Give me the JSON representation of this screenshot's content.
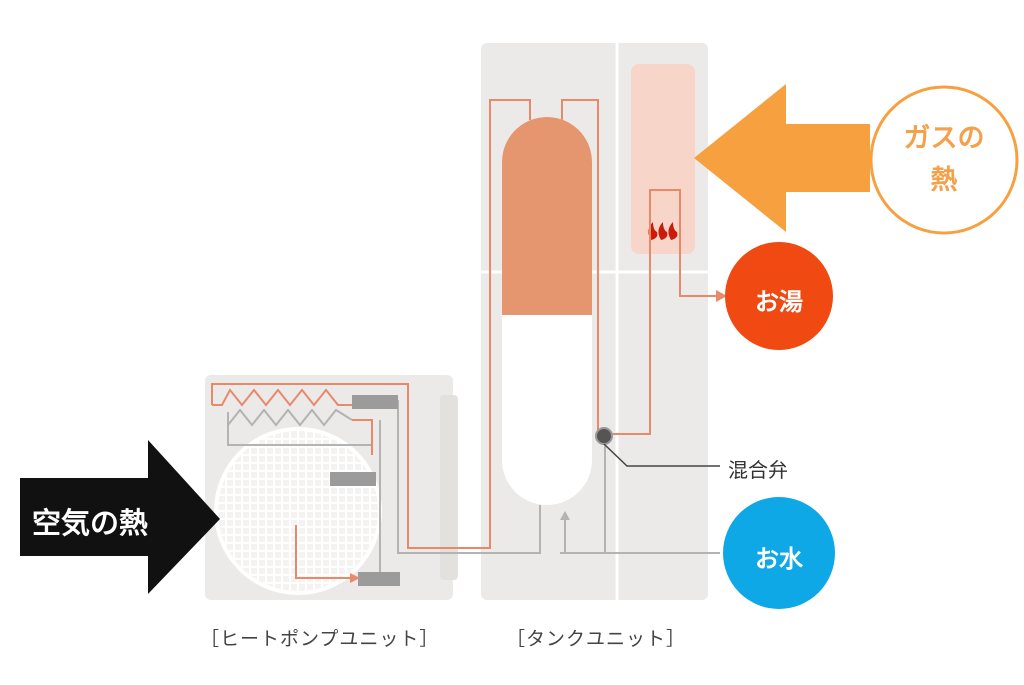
{
  "labels": {
    "air_heat": "空気の熱",
    "gas_heat_line1": "ガスの",
    "gas_heat_line2": "熱",
    "hot_water": "お湯",
    "cold_water": "お水",
    "mixing_valve": "混合弁",
    "heat_pump_unit": "［ヒートポンプユニット］",
    "tank_unit": "［タンクユニット］"
  },
  "colors": {
    "unit_body": "#ebeae8",
    "pipe": "#e8896a",
    "tank_hot": "#e6966f",
    "burner": "#f7d5c8",
    "gas_arrow": "#f7a040",
    "hot_bubble": "#f04a12",
    "cold_bubble": "#0fa8e6",
    "air_arrow": "#111111",
    "gray_pipe": "#b3b3b3"
  },
  "icons": {
    "flame": "flame-icon",
    "valve": "mixing-valve-icon"
  }
}
